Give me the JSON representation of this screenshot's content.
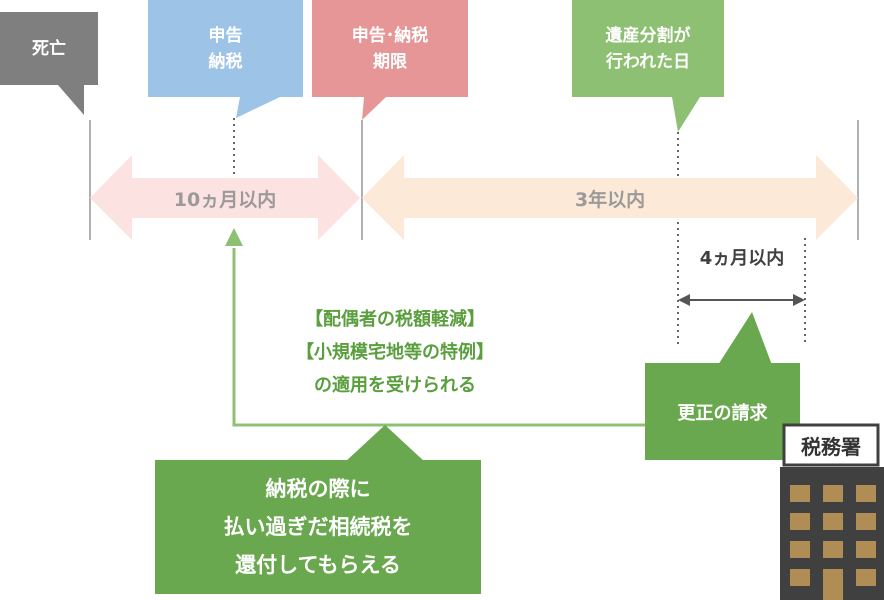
{
  "callouts": {
    "death": "死亡",
    "filing": "申告\n納税",
    "deadline": "申告･納税\n期限",
    "division": "遺産分割が\n行われた日"
  },
  "arrows": {
    "ten_months": "10ヵ月以内",
    "three_years": "3年以内",
    "four_months": "4ヵ月以内"
  },
  "special_measures": {
    "line1": "【配偶者の税額軽減】",
    "line2": "【小規模宅地等の特例】",
    "line3": "の適用を受けられる"
  },
  "refund_box": "納税の際に\n払い過ぎだ相続税を\n還付してもらえる",
  "correction_box": "更正の請求",
  "tax_office": {
    "sign": "税務署",
    "icon": "building-icon"
  },
  "colors": {
    "death": "#7f7f7f",
    "filing": "#9dc3e6",
    "deadline": "#e69696",
    "division": "#8dc073",
    "green_dark": "#6aa84f",
    "pink_arrow": "#fde2e2",
    "peach_arrow": "#fde9d7",
    "building": "#404040",
    "window": "#b08d55"
  }
}
